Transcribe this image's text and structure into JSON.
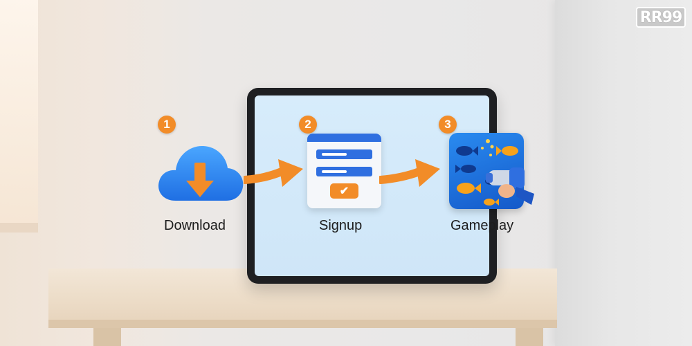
{
  "logo": {
    "text": "RR99"
  },
  "steps": [
    {
      "number": "1",
      "label": "Download",
      "icon": "cloud-download-icon"
    },
    {
      "number": "2",
      "label": "Signup",
      "icon": "signup-form-icon"
    },
    {
      "number": "3",
      "label": "Gameplay",
      "icon": "fish-shooter-game-icon"
    }
  ],
  "colors": {
    "accent": "#f28c28",
    "primary_blue": "#2f6fe0",
    "tablet_screen": "#d7ecfb"
  }
}
